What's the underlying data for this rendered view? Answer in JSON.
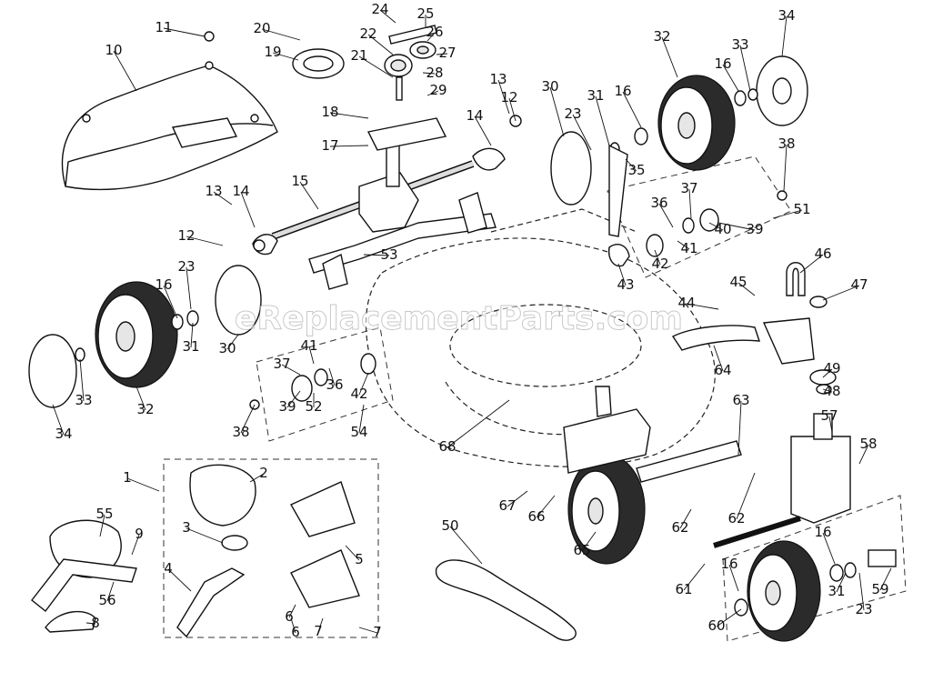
{
  "watermark": "eReplacementParts.com",
  "callouts": [
    "1",
    "2",
    "3",
    "4",
    "5",
    "6",
    "7",
    "8",
    "9",
    "10",
    "11",
    "12",
    "12",
    "13",
    "13",
    "14",
    "14",
    "15",
    "16",
    "16",
    "16",
    "16",
    "16",
    "17",
    "18",
    "19",
    "20",
    "21",
    "22",
    "23",
    "23",
    "23",
    "24",
    "25",
    "26",
    "27",
    "28",
    "29",
    "30",
    "30",
    "31",
    "31",
    "31",
    "32",
    "32",
    "33",
    "33",
    "34",
    "34",
    "35",
    "36",
    "36",
    "37",
    "37",
    "38",
    "38",
    "39",
    "39",
    "40",
    "41",
    "41",
    "42",
    "42",
    "43",
    "44",
    "45",
    "46",
    "47",
    "48",
    "49",
    "50",
    "51",
    "52",
    "53",
    "54",
    "55",
    "56",
    "57",
    "58",
    "59",
    "60",
    "61",
    "62",
    "62",
    "63",
    "64",
    "65",
    "66",
    "67",
    "68",
    "7",
    "6"
  ],
  "colors": {
    "ink": "#111111",
    "tire": "#2b2b2b",
    "paper": "#ffffff"
  }
}
